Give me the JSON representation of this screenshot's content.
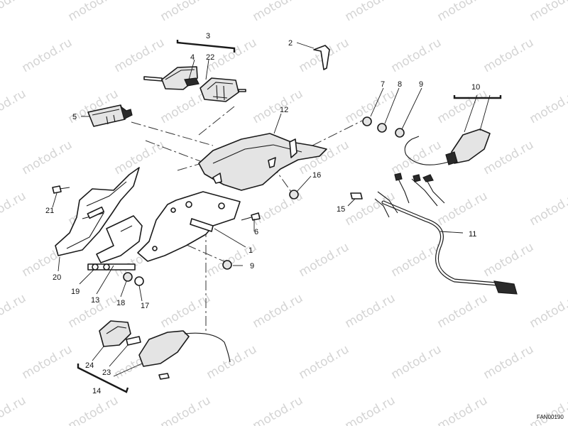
{
  "watermark": "motod.ru",
  "drawing_code": "FAN00190",
  "callouts": [
    "1",
    "2",
    "3",
    "4",
    "5",
    "6",
    "7",
    "8",
    "9",
    "9",
    "10",
    "11",
    "12",
    "13",
    "14",
    "15",
    "16",
    "17",
    "18",
    "19",
    "20",
    "21",
    "22",
    "23",
    "24"
  ]
}
